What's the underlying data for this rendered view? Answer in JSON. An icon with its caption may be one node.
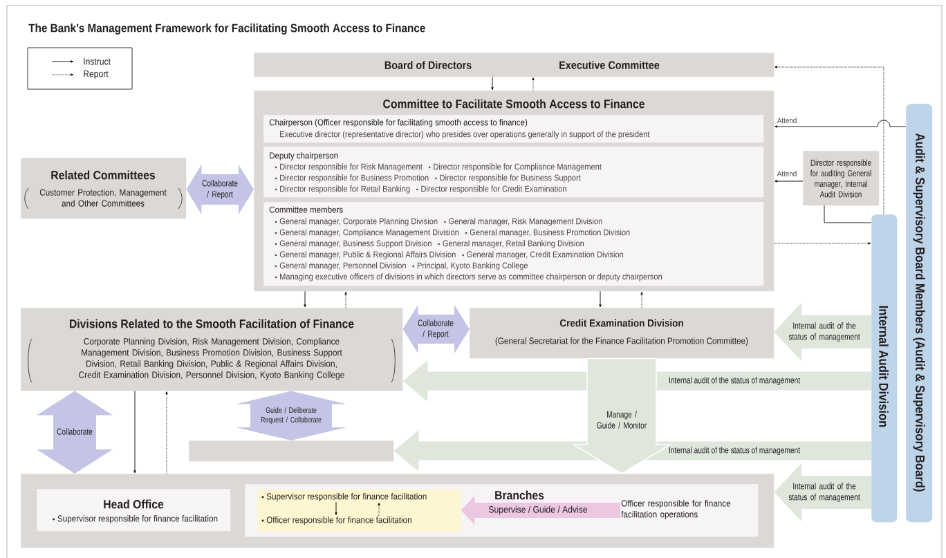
{
  "diagram": {
    "title": "The Bank’s Management Framework for Facilitating Smooth Access to Finance",
    "nodes": [
      {
        "text": [
          "Board of Directors",
          "Executive Committee"
        ]
      },
      {
        "text": [
          "Committee to Facilitate Smooth Access to Finance"
        ]
      },
      {
        "text": [
          "Chairperson (Officer responsible for facilitating smooth access to finance)",
          "Executive director (representative director) who presides over operations generally in support of the president"
        ],
        "in": 1
      },
      {
        "text": [
          "Deputy chairperson",
          "Director responsible for Risk Management",
          "Director responsible for Compliance Management",
          "Director responsible for Business Promotion",
          "Director responsible for Business Support",
          "Director responsible for Retail Banking",
          "Director responsible for Credit Examination"
        ],
        "in": 1
      },
      {
        "text": [
          "Committee members",
          "General manager, Corporate Planning Division",
          "General manager, Risk Management Division",
          "General manager, Compliance Management Division",
          "General manager, Business Promotion Division",
          "General manager, Business Support Division",
          "General manager, Retail Banking Division",
          "General manager, Public & Regional Affairs Division",
          "General manager, Credit Examination Division",
          "General manager, Personnel Division",
          "Principal, Kyoto Banking College",
          "Managing executive officers of divisions in which directors serve as committee chairperson or deputy chairperson"
        ],
        "in": 1
      },
      {
        "text": [
          "Related Committees",
          "Customer Protection, Management and Other Committees"
        ]
      },
      {
        "text": [
          "Director responsible for auditing General manager, Internal Audit Division"
        ]
      },
      {
        "text": [
          "Audit & Supervisory Board Members (Audit & Supervisory Board)"
        ]
      },
      {
        "text": [
          "Internal Audit Division"
        ]
      },
      {
        "text": [
          "Divisions Related to the Smooth Facilitation of Finance",
          "Corporate Planning Division, Risk Management Division, Compliance Management Division, Business Promotion Division, Business Support Division, Retail Banking Division, Public & Regional Affairs Division, Credit Examination Division, Personnel Division, Kyoto Banking College"
        ]
      },
      {
        "text": [
          "Credit Examination Division",
          "(General Secretariat for the Finance Facilitation Promotion Committee)"
        ]
      },
      {
        "text": [],
        "shape": "box"
      },
      {
        "text": [],
        "shape": "box"
      },
      {
        "text": [
          "Head Office",
          "Supervisor responsible for finance facilitation"
        ],
        "in": 12
      },
      {
        "text": [
          "Branches"
        ],
        "in": 12
      },
      {
        "text": [],
        "shape": "box",
        "in": 14
      },
      {
        "text": [
          "Supervisor responsible for finance facilitation"
        ],
        "in": 15
      },
      {
        "text": [
          "Officer responsible for finance facilitation"
        ],
        "in": 15
      },
      {
        "text": [
          "Officer responsible for finance facilitation operations"
        ],
        "in": 14
      }
    ],
    "edges": [
      {
        "from": 0,
        "to": 1,
        "arrow": "to"
      },
      {
        "from": 1,
        "to": 0,
        "arrow": "to",
        "style": "dashed"
      },
      {
        "from": 1,
        "to": 9,
        "arrow": "to"
      },
      {
        "from": 9,
        "to": 1,
        "arrow": "to",
        "style": "dashed"
      },
      {
        "from": 1,
        "to": 10,
        "arrow": "to"
      },
      {
        "from": 10,
        "to": 1,
        "arrow": "to",
        "style": "dashed"
      },
      {
        "from": 9,
        "to": 12,
        "arrow": "to"
      },
      {
        "from": 12,
        "to": 9,
        "arrow": "to",
        "style": "dashed"
      },
      {
        "from": 16,
        "to": 17,
        "arrow": "to"
      },
      {
        "from": 17,
        "to": 16,
        "arrow": "to",
        "style": "dashed"
      },
      {
        "from": 5,
        "to": 1,
        "arrow": "both",
        "label": "Collaborate / Report",
        "style": "thick",
        "color": "#c4c5e6"
      },
      {
        "from": 9,
        "to": 10,
        "arrow": "both",
        "label": "Collaborate / Report",
        "style": "thick",
        "color": "#c4c5e6"
      },
      {
        "from": 9,
        "to": 12,
        "arrow": "both",
        "label": "Collaborate",
        "style": "thick",
        "color": "#c4c5e6"
      },
      {
        "from": 9,
        "to": 11,
        "arrow": "both",
        "label": "Guide / Deliberate Request / Collaborate",
        "style": "thick",
        "color": "#c4c5e6"
      },
      {
        "from": 10,
        "to": 12,
        "arrow": "to",
        "label": "Manage / Guide / Monitor",
        "style": "thick",
        "color": "#dfe7dd"
      },
      {
        "from": 8,
        "to": 10,
        "arrow": "to",
        "label": "Internal audit of the status of management",
        "style": "thick",
        "color": "#dfe7dd"
      },
      {
        "from": 8,
        "to": 9,
        "arrow": "to",
        "label": "Internal audit of the status of management",
        "style": "thick",
        "color": "#dfe7dd"
      },
      {
        "from": 8,
        "to": 11,
        "arrow": "to",
        "label": "Internal audit of the status of management",
        "style": "thick",
        "color": "#dfe7dd"
      },
      {
        "from": 8,
        "to": 12,
        "arrow": "to",
        "label": "Internal audit of the status of management",
        "style": "thick",
        "color": "#dfe7dd"
      },
      {
        "from": 18,
        "to": 15,
        "arrow": "to",
        "label": "Supervise / Guide / Advise",
        "style": "thick",
        "color": "#ecc7e2"
      },
      {
        "from": 7,
        "to": 1,
        "arrow": "to",
        "label": "Attend"
      },
      {
        "from": 6,
        "to": 1,
        "arrow": "to",
        "label": "Attend"
      },
      {
        "from": 6,
        "to": 8,
        "arrow": "none"
      },
      {
        "from": 8,
        "to": 0,
        "arrow": "to",
        "style": "dashed"
      },
      {
        "from": 1,
        "to": 8,
        "arrow": "to",
        "style": "dashed"
      }
    ],
    "legend": [
      {
        "text": "Instruct"
      },
      {
        "text": "Report"
      }
    ]
  }
}
